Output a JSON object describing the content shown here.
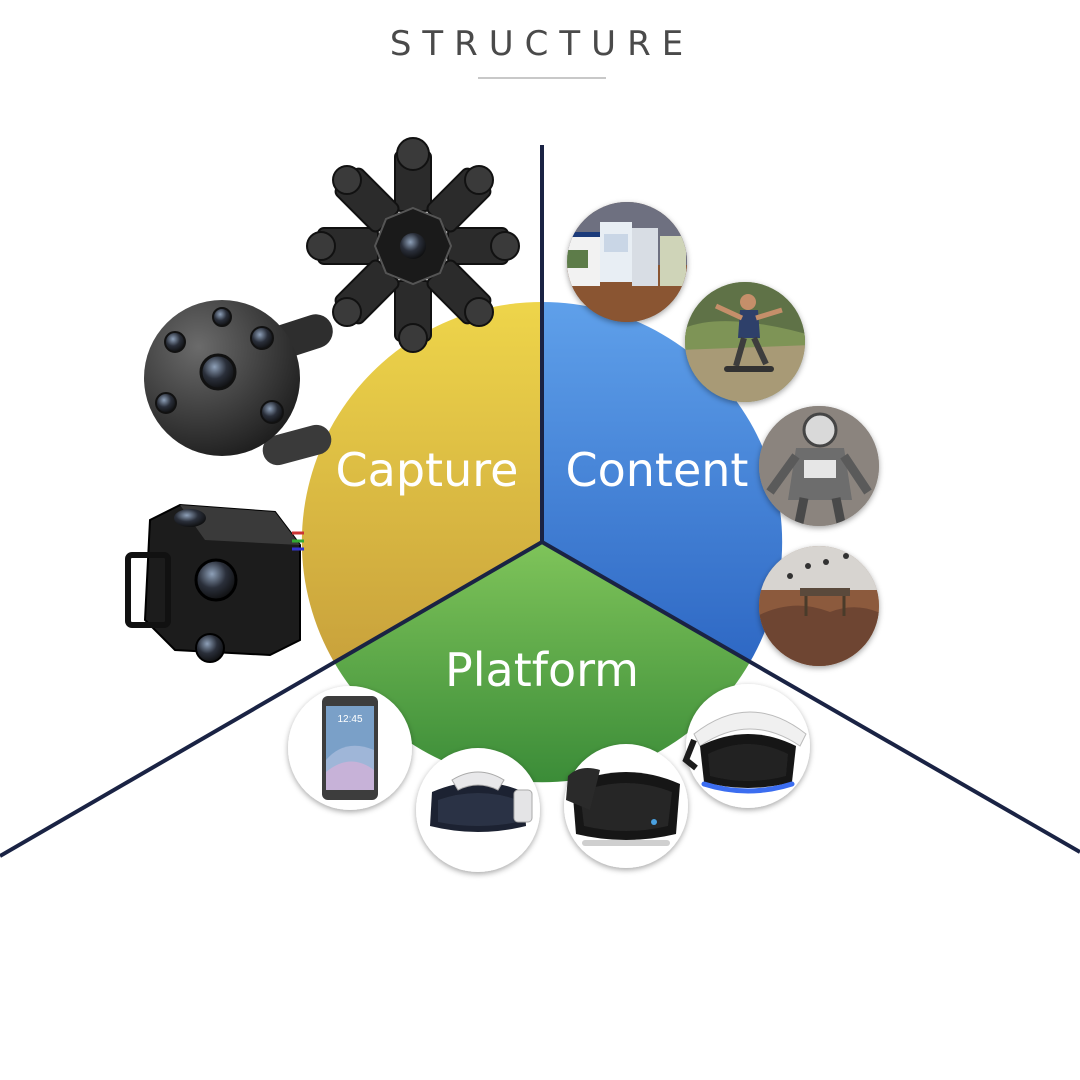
{
  "title": "STRUCTURE",
  "segments": {
    "capture": {
      "label": "Capture",
      "color_top": "#eed54a",
      "color_bottom": "#c9a23c"
    },
    "content": {
      "label": "Content",
      "color_top": "#5a9be8",
      "color_bottom": "#2f6cc8"
    },
    "platform": {
      "label": "Platform",
      "color_top": "#7cc157",
      "color_bottom": "#3d8f3a"
    }
  },
  "divider_color": "#1a2344",
  "capture_items": [
    "eight-camera-rig",
    "spherical-360-camera",
    "cube-360-camera"
  ],
  "content_items": [
    "web-pages-thumbnail",
    "skateboarder-thumbnail",
    "skydiver-thumbnail",
    "bikers-thumbnail"
  ],
  "platform_items": [
    "smartphone",
    "gear-vr-headset",
    "oculus-rift-headset",
    "playstation-vr-headset"
  ],
  "phone_clock": "12:45"
}
